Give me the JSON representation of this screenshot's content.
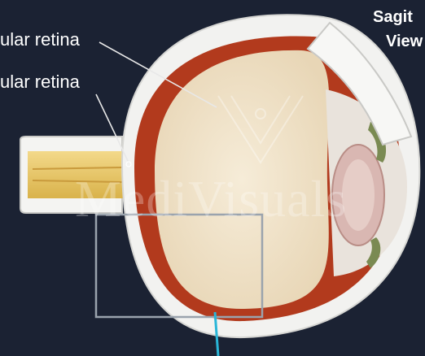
{
  "labels": {
    "label_1": "ular retina",
    "label_2": "ular retina",
    "view_line_1": "Sagit",
    "view_line_2": "View"
  },
  "watermark": {
    "text": "MediVisuals"
  },
  "colors": {
    "background": "#1b2233",
    "sclera": "#f2f2f0",
    "choroid": "#b23a1d",
    "vitreous": "#efe3cc",
    "optic_nerve": "#e9c766",
    "inset_box": "#9aa3ad",
    "pointer": "#29b6d8"
  }
}
